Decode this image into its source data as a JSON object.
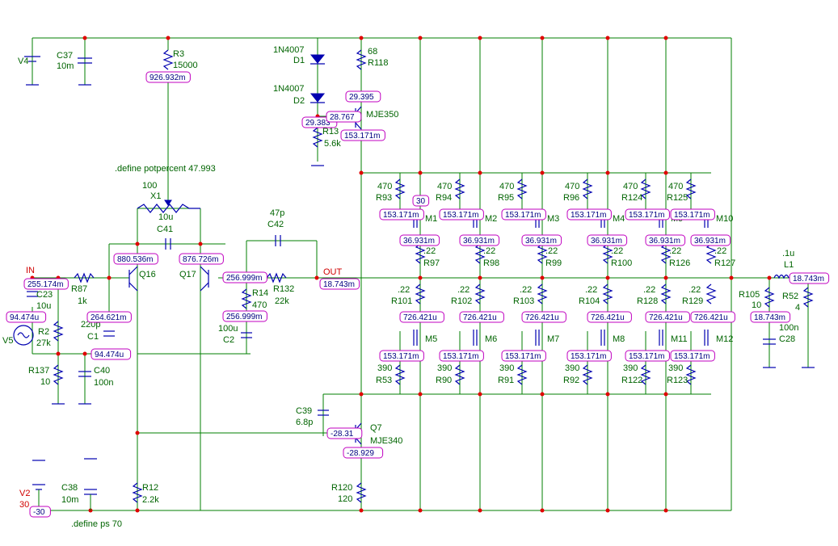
{
  "directives": {
    "potpercent": ".define potpercent 47.993",
    "ps": ".define ps 70"
  },
  "nodes": {
    "in": "IN",
    "out": "OUT"
  },
  "components": [
    {
      "id": "c37",
      "ref": "C37",
      "val": "10m"
    },
    {
      "id": "v4",
      "ref": "V4",
      "val": ""
    },
    {
      "id": "r3",
      "ref": "R3",
      "val": "15000"
    },
    {
      "id": "d1",
      "ref": "D1",
      "val": "1N4007"
    },
    {
      "id": "d2",
      "ref": "D2",
      "val": "1N4007"
    },
    {
      "id": "r118",
      "ref": "R118",
      "val": "68"
    },
    {
      "id": "mje350",
      "ref": "",
      "val": "MJE350"
    },
    {
      "id": "r13",
      "ref": "R13",
      "val": "5.6k"
    },
    {
      "id": "x1",
      "ref": "X1",
      "val": "100"
    },
    {
      "id": "c41",
      "ref": "C41",
      "val": "10u"
    },
    {
      "id": "c42",
      "ref": "C42",
      "val": "47p"
    },
    {
      "id": "q16",
      "ref": "Q16",
      "val": ""
    },
    {
      "id": "q17",
      "ref": "Q17",
      "val": ""
    },
    {
      "id": "r87",
      "ref": "R87",
      "val": "1k"
    },
    {
      "id": "c23",
      "ref": "C23",
      "val": "10u"
    },
    {
      "id": "r2",
      "ref": "R2",
      "val": "27k"
    },
    {
      "id": "v5",
      "ref": "V5",
      "val": ""
    },
    {
      "id": "c1",
      "ref": "C1",
      "val": "220p"
    },
    {
      "id": "r137",
      "ref": "R137",
      "val": "10"
    },
    {
      "id": "c40",
      "ref": "C40",
      "val": "100n"
    },
    {
      "id": "r14",
      "ref": "R14",
      "val": "470"
    },
    {
      "id": "r132",
      "ref": "R132",
      "val": "22k"
    },
    {
      "id": "c2",
      "ref": "C2",
      "val": "100u"
    },
    {
      "id": "c39",
      "ref": "C39",
      "val": "6.8p"
    },
    {
      "id": "q7",
      "ref": "Q7",
      "val": "MJE340"
    },
    {
      "id": "r120",
      "ref": "R120",
      "val": "120"
    },
    {
      "id": "r12",
      "ref": "R12",
      "val": "2.2k"
    },
    {
      "id": "c38",
      "ref": "C38",
      "val": "10m"
    },
    {
      "id": "v2",
      "ref": "V2",
      "val": "30"
    },
    {
      "id": "l1",
      "ref": "L1",
      "val": ".1u"
    },
    {
      "id": "r105",
      "ref": "R105",
      "val": "10"
    },
    {
      "id": "r52",
      "ref": "R52",
      "val": "4"
    },
    {
      "id": "c28",
      "ref": "C28",
      "val": "100n"
    }
  ],
  "output_stages": [
    {
      "gt": "R93",
      "m": "M1",
      "sa": "R97",
      "sb": "R101",
      "ms": "M5",
      "gb": "R53"
    },
    {
      "gt": "R94",
      "m": "M2",
      "sa": "R98",
      "sb": "R102",
      "ms": "M6",
      "gb": "R90"
    },
    {
      "gt": "R95",
      "m": "M3",
      "sa": "R99",
      "sb": "R103",
      "ms": "M7",
      "gb": "R91"
    },
    {
      "gt": "R96",
      "m": "M4",
      "sa": "R100",
      "sb": "R104",
      "ms": "M8",
      "gb": "R92"
    },
    {
      "gt": "R124",
      "m": "M9",
      "sa": "R126",
      "sb": "R128",
      "ms": "M11",
      "gb": "R122"
    },
    {
      "gt": "R125",
      "m": "M10",
      "sa": "R127",
      "sb": "R129",
      "ms": "M12",
      "gb": "R123"
    }
  ],
  "stage_values": {
    "gate_r": "470",
    "src_r": ".22",
    "gate_rb": "390",
    "v_top": "153.171m",
    "v_src": "36.931m",
    "v_srcb": "726.421u",
    "v_botg": "153.171m"
  },
  "probes": {
    "r3_top": "926.932m",
    "d1": "29.383",
    "mje350_e": "29.395",
    "mje350_b": "28.767",
    "mje350_c": "153.171m",
    "m1_d": "30",
    "q16_b": "880.536m",
    "q17_b": "876.726m",
    "n256a": "256.999m",
    "n256b": "256.999m",
    "out": "18.743m",
    "in": "255.174m",
    "v5": "94.474u",
    "c1": "264.621m",
    "c40": "94.474u",
    "q7_b": "-28.31",
    "q7_e": "-28.929",
    "v2": "-30",
    "l1": "18.743m",
    "r105": "18.743m"
  }
}
